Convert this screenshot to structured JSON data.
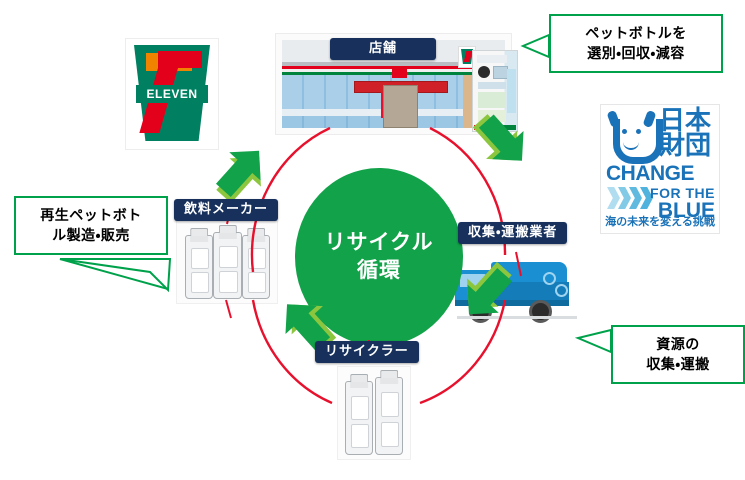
{
  "diagram": {
    "title": "リサイクル循環",
    "center": {
      "line1": "リサイクル",
      "line2": "循環",
      "text": "リサイクル\n循環",
      "color": "#12a249"
    },
    "nodes": [
      {
        "id": "store",
        "label": "店舗",
        "badge_color": "#17315c"
      },
      {
        "id": "collector",
        "label": "収集・運搬業者",
        "badge_color": "#17315c"
      },
      {
        "id": "recycler",
        "label": "リサイクラー",
        "badge_color": "#17315c"
      },
      {
        "id": "maker",
        "label": "飲料メーカー",
        "badge_color": "#17315c"
      }
    ],
    "callouts": [
      {
        "id": "sort",
        "text": "ペットボトルを\n選別・回収・減容",
        "border_color": "#00a14b",
        "points_to": "store"
      },
      {
        "id": "transport",
        "text": "資源の\n収集・運搬",
        "border_color": "#00a14b",
        "points_to": "collector"
      },
      {
        "id": "manufacture",
        "text": "再生ペットボト\nル製造・販売",
        "border_color": "#00a14b",
        "points_to": "maker"
      }
    ],
    "flow": {
      "arc_color": "#e8112d",
      "arrow_color": "#12a249",
      "arrow_shadow_color": "#8cc63f",
      "direction": "clockwise",
      "arrows": [
        {
          "id": "arrow-to-store",
          "from": "maker",
          "to": "store",
          "direction": "up-right"
        },
        {
          "id": "arrow-to-collector",
          "from": "store",
          "to": "collector",
          "direction": "down-right"
        },
        {
          "id": "arrow-to-recycler",
          "from": "collector",
          "to": "recycler",
          "direction": "down-left"
        },
        {
          "id": "arrow-to-maker",
          "from": "recycler",
          "to": "maker",
          "direction": "up-left"
        }
      ]
    },
    "logos": {
      "seven_eleven": {
        "name": "7-ELEVEN",
        "wordmark": "ELEVEN",
        "numeral": "7",
        "colors": {
          "green": "#008061",
          "red": "#e3001b",
          "orange": "#f08300"
        }
      },
      "nippon_foundation": {
        "kanji": "日本\n財団",
        "kanji_line1": "日本",
        "kanji_line2": "財団",
        "change": "CHANGE",
        "for_the": "FOR THE",
        "blue": "BLUE",
        "tagline": "海の未来を変える挑戦",
        "color": "#1a72b8"
      }
    },
    "illustrations": [
      {
        "id": "store-building",
        "name": "convenience-store-building"
      },
      {
        "id": "bottle-collector",
        "name": "pet-bottle-recycling-machine"
      },
      {
        "id": "beverage-bottles",
        "name": "beverage-bottles",
        "count": 3
      },
      {
        "id": "recycler-bottles",
        "name": "pet-bottles",
        "count": 2
      },
      {
        "id": "garbage-truck",
        "name": "collection-truck",
        "color": "#1a8fd1"
      }
    ]
  }
}
